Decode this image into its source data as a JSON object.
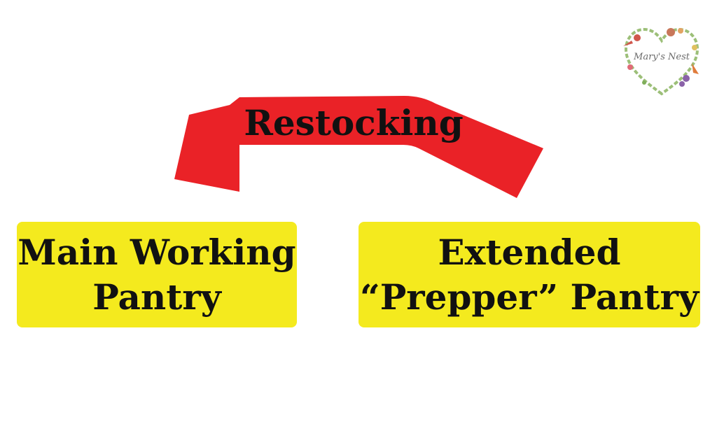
{
  "diagram": {
    "arrow": {
      "label": "Restocking",
      "color": "#ea2227",
      "direction": "right-to-left"
    },
    "boxes": {
      "left": {
        "lines": [
          "Main Working",
          "Pantry"
        ],
        "color": "#f4ea1e"
      },
      "right": {
        "lines": [
          "Extended",
          "“Prepper” Pantry"
        ],
        "color": "#f4ea1e"
      }
    }
  },
  "logo": {
    "text": "Mary's Nest",
    "icon": "heart-wreath-logo"
  }
}
